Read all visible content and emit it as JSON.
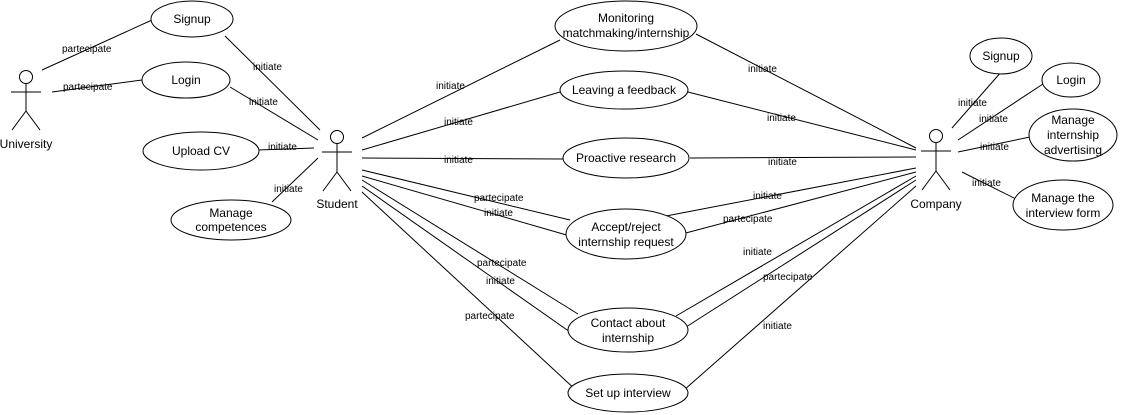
{
  "actors": {
    "university": "University",
    "student": "Student",
    "company": "Company"
  },
  "use_cases": {
    "uni_signup": "Signup",
    "uni_login": "Login",
    "upload_cv": "Upload CV",
    "manage_competences": [
      "Manage",
      "competences"
    ],
    "monitoring": [
      "Monitoring",
      "matchmaking/internship"
    ],
    "feedback": "Leaving a feedback",
    "proactive": "Proactive research",
    "accept_reject": [
      "Accept/reject",
      "internship request"
    ],
    "contact": [
      "Contact about",
      "internship"
    ],
    "interview": "Set up interview",
    "co_signup": "Signup",
    "co_login": "Login",
    "advertising": [
      "Manage",
      "internship",
      "advertising"
    ],
    "interview_form": [
      "Manage the",
      "interview form"
    ]
  },
  "labels": {
    "initiate": "initiate",
    "partecipate": "partecipate"
  }
}
